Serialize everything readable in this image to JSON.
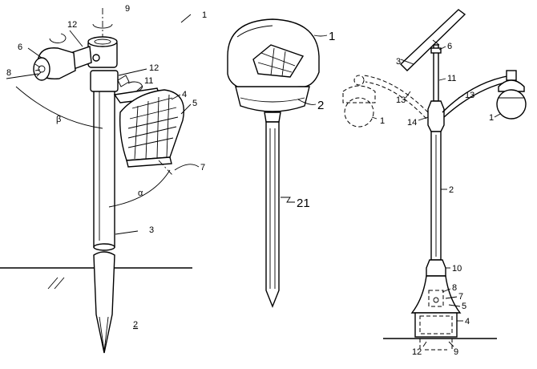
{
  "figure1": {
    "labels": {
      "n1": "1",
      "n2": "2",
      "n3": "3",
      "n4": "4",
      "n5": "5",
      "n6": "6",
      "n7": "7",
      "n8": "8",
      "n9": "9",
      "n11": "11",
      "n12a": "12",
      "n12b": "12",
      "alpha": "α",
      "beta": "β"
    }
  },
  "figure2": {
    "labels": {
      "n1": "1",
      "n2": "2",
      "n21": "21"
    }
  },
  "figure3": {
    "labels": {
      "n1a": "1",
      "n1b": "1",
      "n2": "2",
      "n3": "3",
      "n4": "4",
      "n5": "5",
      "n6": "6",
      "n7": "7",
      "n8": "8",
      "n9": "9",
      "n10": "10",
      "n11": "11",
      "n12": "12",
      "n13a": "13",
      "n13b": "13",
      "n14": "14"
    }
  }
}
